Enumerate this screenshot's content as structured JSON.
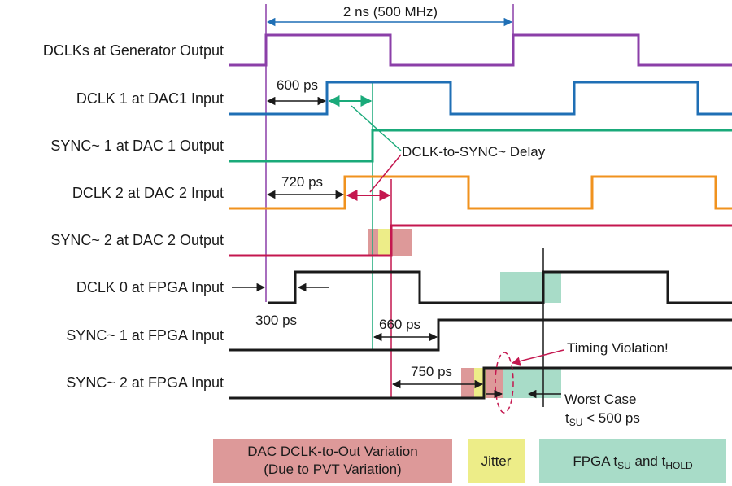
{
  "period_label": "2 ns (500 MHz)",
  "signals": [
    {
      "label": "DCLKs at Generator Output",
      "color": "#8b3fa8"
    },
    {
      "label": "DCLK 1 at DAC1 Input",
      "color": "#1f6fb5"
    },
    {
      "label": "SYNC~ 1 at DAC 1 Output",
      "color": "#1aaa7a"
    },
    {
      "label": "DCLK 2 at DAC 2 Input",
      "color": "#f0921e"
    },
    {
      "label": "SYNC~ 2 at DAC 2 Output",
      "color": "#c4174f"
    },
    {
      "label": "DCLK 0 at FPGA Input",
      "color": "#1a1a1a"
    },
    {
      "label": "SYNC~ 1 at FPGA Input",
      "color": "#1a1a1a"
    },
    {
      "label": "SYNC~ 2 at FPGA Input",
      "color": "#1a1a1a"
    }
  ],
  "annotations": {
    "delay_600": "600 ps",
    "delay_720": "720 ps",
    "delay_300": "300 ps",
    "delay_660": "660 ps",
    "delay_750": "750 ps",
    "dclk_to_sync": "DCLK-to-SYNC~ Delay",
    "timing_violation": "Timing Violation!",
    "worst_case": "Worst Case",
    "tsu_t": "t",
    "tsu_sub": "SU",
    "tsu_rest": " < 500 ps"
  },
  "legend": {
    "variation_line1": "DAC DCLK-to-Out Variation",
    "variation_line2": "(Due to PVT Variation)",
    "jitter": "Jitter",
    "fpga_t": "FPGA t",
    "fpga_su": "SU",
    "fpga_and": " and t",
    "fpga_hold": "HOLD"
  },
  "colors": {
    "variation": "#dd9999",
    "jitter": "#eded88",
    "fpga_window": "#a8dcc8",
    "arrow_blue": "#1f6fb5",
    "arrow_green": "#1aaa7a",
    "arrow_red": "#c4174f"
  }
}
